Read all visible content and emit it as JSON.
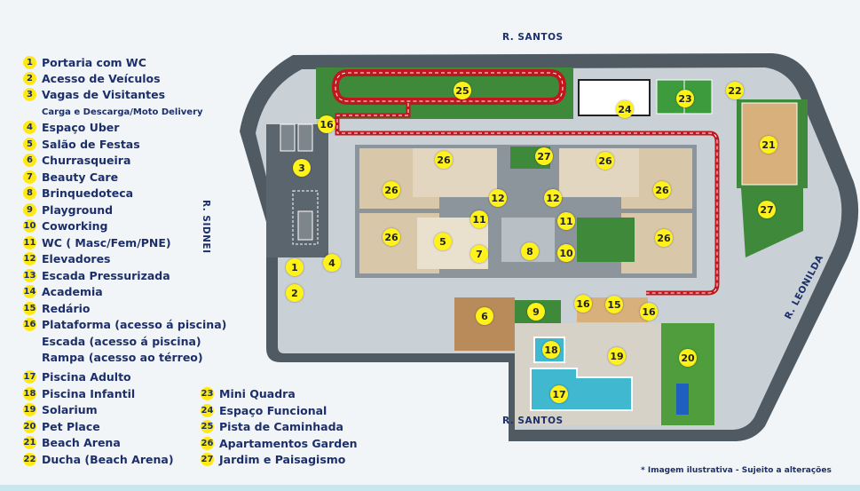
{
  "streets": {
    "top": "R. SANTOS",
    "left": "R. SIDNEI",
    "right": "R. LEONILDA",
    "bottom": "R. SANTOS"
  },
  "legend_col1": [
    {
      "num": "1",
      "label": "Portaria com WC"
    },
    {
      "num": "2",
      "label": "Acesso de Veículos"
    },
    {
      "num": "3",
      "label": "Vagas de Visitantes"
    },
    {
      "num": "",
      "label": "Carga e Descarga/Moto Delivery"
    },
    {
      "num": "4",
      "label": "Espaço Uber"
    },
    {
      "num": "5",
      "label": "Salão de Festas"
    },
    {
      "num": "6",
      "label": "Churrasqueira"
    },
    {
      "num": "7",
      "label": "Beauty Care"
    },
    {
      "num": "8",
      "label": "Brinquedoteca"
    },
    {
      "num": "9",
      "label": "Playground"
    },
    {
      "num": "10",
      "label": "Coworking"
    },
    {
      "num": "11",
      "label": "WC ( Masc/Fem/PNE)"
    },
    {
      "num": "12",
      "label": "Elevadores"
    },
    {
      "num": "13",
      "label": "Escada Pressurizada"
    },
    {
      "num": "14",
      "label": "Academia"
    },
    {
      "num": "15",
      "label": "Redário"
    },
    {
      "num": "16",
      "label": "Plataforma (acesso á piscina)"
    },
    {
      "num": "",
      "label": "Escada (acesso á piscina)"
    },
    {
      "num": "",
      "label": "Rampa (acesso ao térreo)"
    },
    {
      "num": "17",
      "label": "Piscina Adulto"
    },
    {
      "num": "18",
      "label": "Piscina Infantil"
    },
    {
      "num": "19",
      "label": "Solarium"
    },
    {
      "num": "20",
      "label": "Pet Place"
    },
    {
      "num": "21",
      "label": "Beach Arena"
    },
    {
      "num": "22",
      "label": "Ducha (Beach Arena)"
    }
  ],
  "legend_col2": [
    {
      "num": "23",
      "label": "Mini Quadra"
    },
    {
      "num": "24",
      "label": "Espaço Funcional"
    },
    {
      "num": "25",
      "label": "Pista de Caminhada"
    },
    {
      "num": "26",
      "label": "Apartamentos Garden"
    },
    {
      "num": "27",
      "label": "Jardim e Paisagismo"
    }
  ],
  "map_badges": [
    "1",
    "2",
    "3",
    "4",
    "5",
    "6",
    "7",
    "8",
    "9",
    "10",
    "11",
    "11",
    "12",
    "12",
    "16",
    "16",
    "16",
    "15",
    "17",
    "18",
    "19",
    "20",
    "21",
    "22",
    "23",
    "24",
    "25",
    "26",
    "26",
    "26",
    "26",
    "26",
    "26",
    "27",
    "27"
  ],
  "disclaimer": "* Imagem ilustrativa - Sujeito a alterações",
  "colors": {
    "legend_text": "#1d2f6a",
    "badge": "#ffe914",
    "track": "#c0161d",
    "grass": "#3f8a3a",
    "pool": "#3fb8d0",
    "asphalt": "#4f5a63",
    "sand": "#d8b07c"
  }
}
